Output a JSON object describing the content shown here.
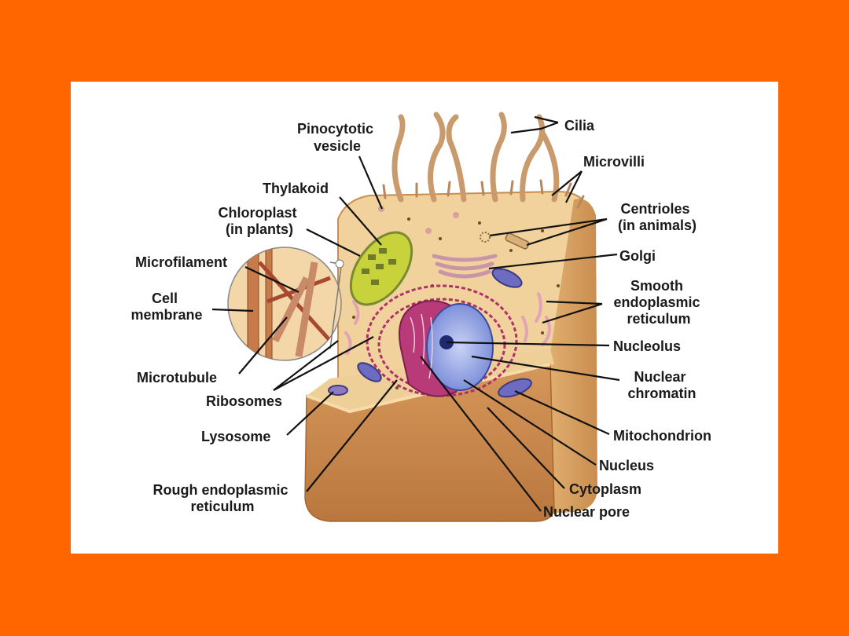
{
  "labels": {
    "pinocytotic_vesicle": [
      "Pinocytotic",
      "vesicle"
    ],
    "cilia": [
      "Cilia"
    ],
    "microvilli": [
      "Microvilli"
    ],
    "thylakoid": [
      "Thylakoid"
    ],
    "chloroplast": [
      "Chloroplast",
      "(in plants)"
    ],
    "centrioles": [
      "Centrioles",
      "(in animals)"
    ],
    "microfilament": [
      "Microfilament"
    ],
    "golgi": [
      "Golgi"
    ],
    "smooth_er": [
      "Smooth",
      "endoplasmic",
      "reticulum"
    ],
    "cell_membrane": [
      "Cell",
      "membrane"
    ],
    "nucleolus": [
      "Nucleolus"
    ],
    "microtubule": [
      "Microtubule"
    ],
    "nuclear_chromatin": [
      "Nuclear",
      "chromatin"
    ],
    "ribosomes": [
      "Ribosomes"
    ],
    "lysosome": [
      "Lysosome"
    ],
    "mitochondrion": [
      "Mitochondrion"
    ],
    "nucleus": [
      "Nucleus"
    ],
    "rough_er": [
      "Rough endoplasmic",
      "reticulum"
    ],
    "cytoplasm": [
      "Cytoplasm"
    ],
    "nuclear_pore": [
      "Nuclear pore"
    ]
  },
  "colors": {
    "background": "#ff6600",
    "cell_top": "#f2d29a",
    "cell_side": "#d9a565",
    "cell_front": "#c8864a",
    "nucleus": "#7d8fd8",
    "rough_er": "#b0306b",
    "chloroplast": "#c8d23a"
  }
}
